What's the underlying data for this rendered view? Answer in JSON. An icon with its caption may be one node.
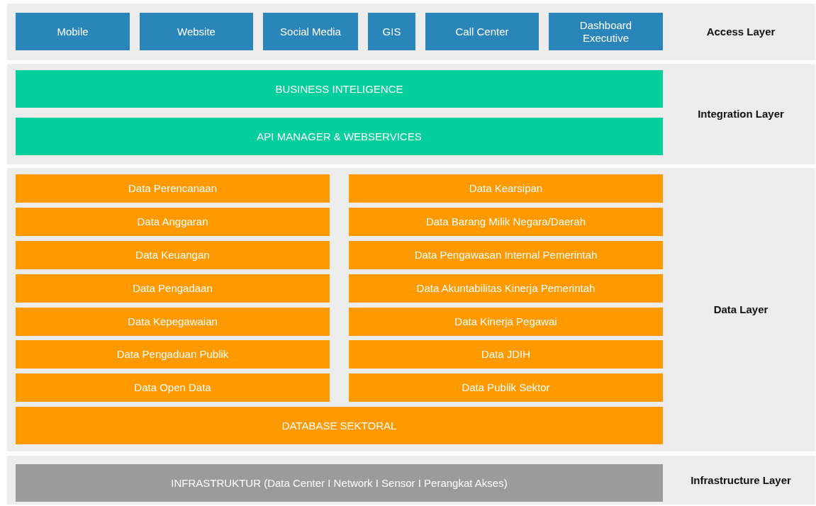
{
  "diagram": {
    "nodes": [
      {
        "text": [
          "Access Layer"
        ]
      },
      {
        "text": [
          "Mobile"
        ],
        "in": 0
      },
      {
        "text": [
          "Website"
        ],
        "in": 0
      },
      {
        "text": [
          "Social Media"
        ],
        "in": 0
      },
      {
        "text": [
          "GIS"
        ],
        "in": 0
      },
      {
        "text": [
          "Call Center"
        ],
        "in": 0
      },
      {
        "text": [
          "Dashboard Executive"
        ],
        "in": 0
      },
      {
        "text": [
          "Integration Layer"
        ]
      },
      {
        "text": [
          "BUSINESS INTELIGENCE"
        ],
        "in": 7
      },
      {
        "text": [
          "API MANAGER & WEBSERVICES"
        ],
        "in": 7
      },
      {
        "text": [
          "Data Layer"
        ]
      },
      {
        "text": [
          "Data Perencanaan"
        ],
        "in": 10
      },
      {
        "text": [
          "Data Kearsipan"
        ],
        "in": 10
      },
      {
        "text": [
          "Data Anggaran"
        ],
        "in": 10
      },
      {
        "text": [
          "Data Barang Milik Negara/Daerah"
        ],
        "in": 10
      },
      {
        "text": [
          "Data Keuangan"
        ],
        "in": 10
      },
      {
        "text": [
          "Data Pengawasan Internal Pemerintah"
        ],
        "in": 10
      },
      {
        "text": [
          "Data Pengadaan"
        ],
        "in": 10
      },
      {
        "text": [
          "Data Akuntabilitas Kinerja Pemerintah"
        ],
        "in": 10
      },
      {
        "text": [
          "Data Kepegawaian"
        ],
        "in": 10
      },
      {
        "text": [
          "Data Kinerja Pegawai"
        ],
        "in": 10
      },
      {
        "text": [
          "Data Pengaduan Publik"
        ],
        "in": 10
      },
      {
        "text": [
          "Data JDIH"
        ],
        "in": 10
      },
      {
        "text": [
          "Data Open Data"
        ],
        "in": 10
      },
      {
        "text": [
          "Data Publik Sektor"
        ],
        "in": 10
      },
      {
        "text": [
          "DATABASE SEKTORAL"
        ],
        "in": 10
      },
      {
        "text": [
          "Infrastructure Layer"
        ]
      },
      {
        "text": [
          "INFRASTRUKTUR (Data Center I Network I Sensor I Perangkat Akses)"
        ],
        "in": 26
      }
    ]
  }
}
